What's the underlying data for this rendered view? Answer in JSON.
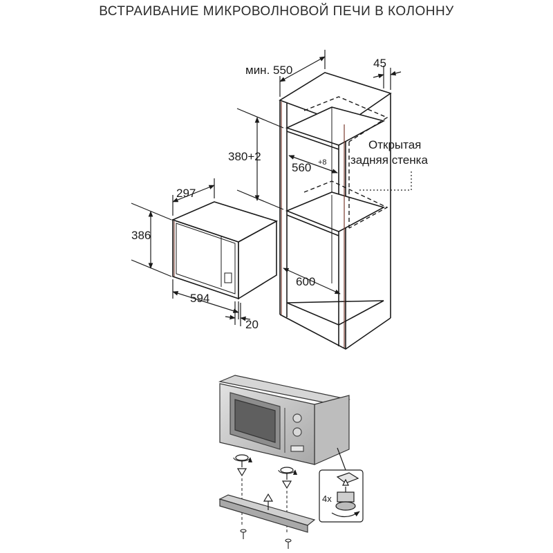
{
  "title": "ВСТРАИВАНИЕ МИКРОВОЛНОВОЙ ПЕЧИ В КОЛОННУ",
  "cabinet": {
    "width_label": "мин. 550",
    "rear_gap_label": "45",
    "niche_height_label": "380+2",
    "niche_width_label": "560",
    "niche_width_tolerance": "+8",
    "depth_label": "600",
    "note_line1": "Открытая",
    "note_line2": "задняя стенка"
  },
  "microwave": {
    "depth_label": "297",
    "height_label": "386",
    "width_label": "594",
    "frame_label": "20"
  },
  "install": {
    "count_label": "4x"
  },
  "colors": {
    "line": "#1a1a1a",
    "cabinet_edge": "#7a3b2e",
    "steel": "#c9c9c9",
    "steel_dark": "#9c9c9c"
  }
}
